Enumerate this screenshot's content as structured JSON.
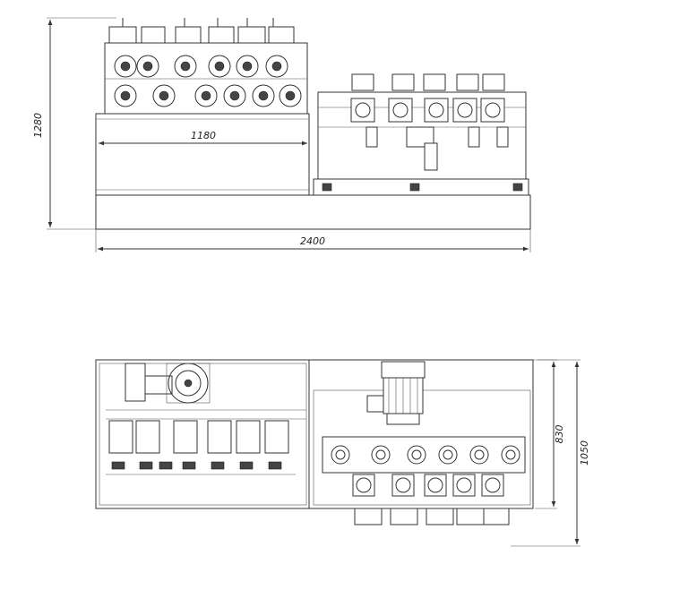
{
  "dimensions": {
    "front_height": "1280",
    "front_width": "2400",
    "front_inner_width": "1180",
    "top_height_outer": "1050",
    "top_height_inner": "830"
  },
  "colors": {
    "line": "#333333",
    "background": "#ffffff"
  }
}
